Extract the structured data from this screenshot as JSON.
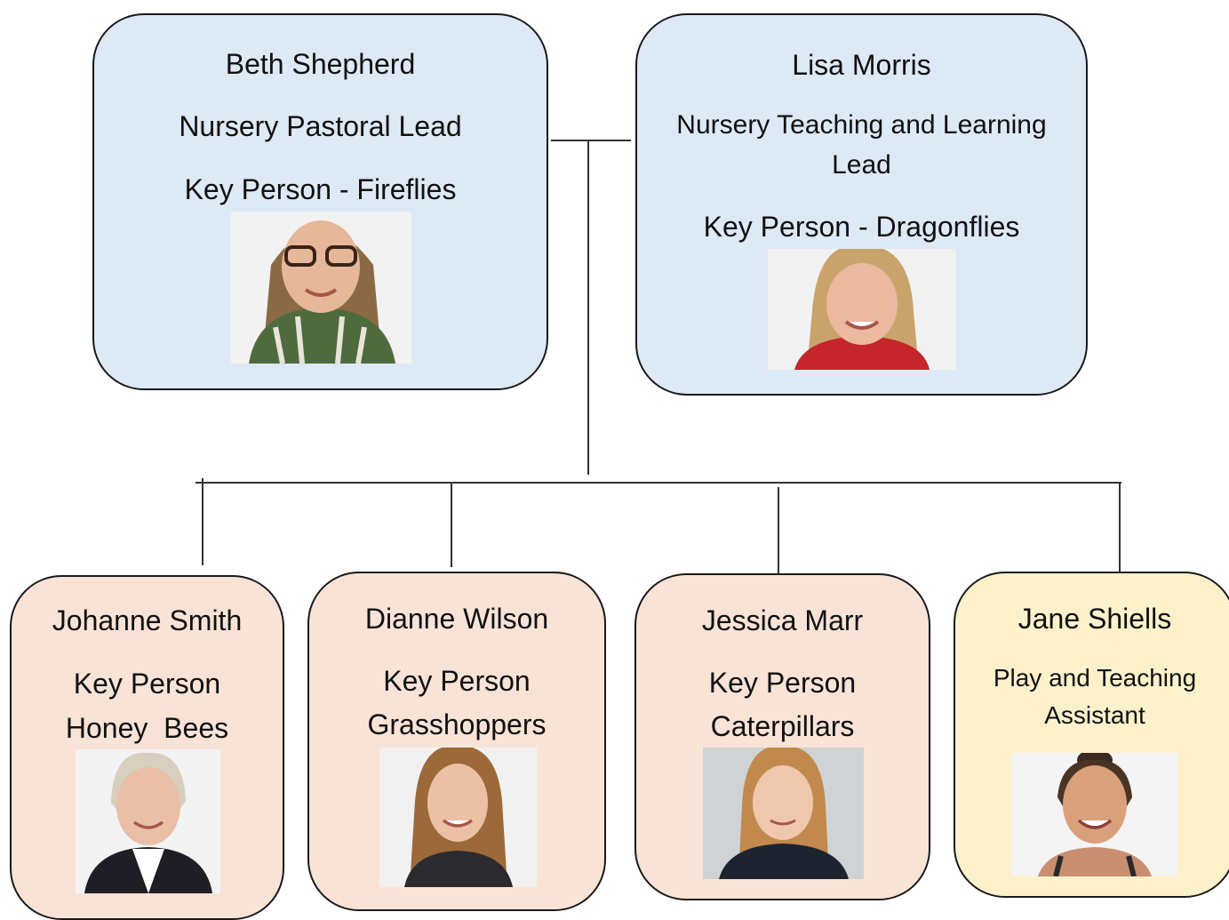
{
  "colors": {
    "lead_fill": "#dde9f5",
    "key_person_fill": "#f9e3d7",
    "assistant_fill": "#fdf1cc",
    "border": "#1a1a1a"
  },
  "leads": [
    {
      "name": "Beth Shepherd",
      "role": "Nursery Pastoral Lead",
      "group": "Key Person - Fireflies",
      "photo": "photo-icon"
    },
    {
      "name": "Lisa Morris",
      "role_line1": "Nursery Teaching and Learning",
      "role_line2": "Lead",
      "group": "Key Person - Dragonflies",
      "photo": "photo-icon"
    }
  ],
  "staff": [
    {
      "name": "Johanne Smith",
      "role": "Key Person",
      "group": "Honey  Bees",
      "photo": "photo-icon"
    },
    {
      "name": "Dianne Wilson",
      "role": "Key Person",
      "group": "Grasshoppers",
      "photo": "photo-icon"
    },
    {
      "name": "Jessica Marr",
      "role": "Key Person",
      "group": "Caterpillars",
      "photo": "photo-icon"
    },
    {
      "name": "Jane Shiells",
      "role_line1": "Play and Teaching",
      "role_line2": "Assistant",
      "photo": "photo-icon"
    }
  ]
}
